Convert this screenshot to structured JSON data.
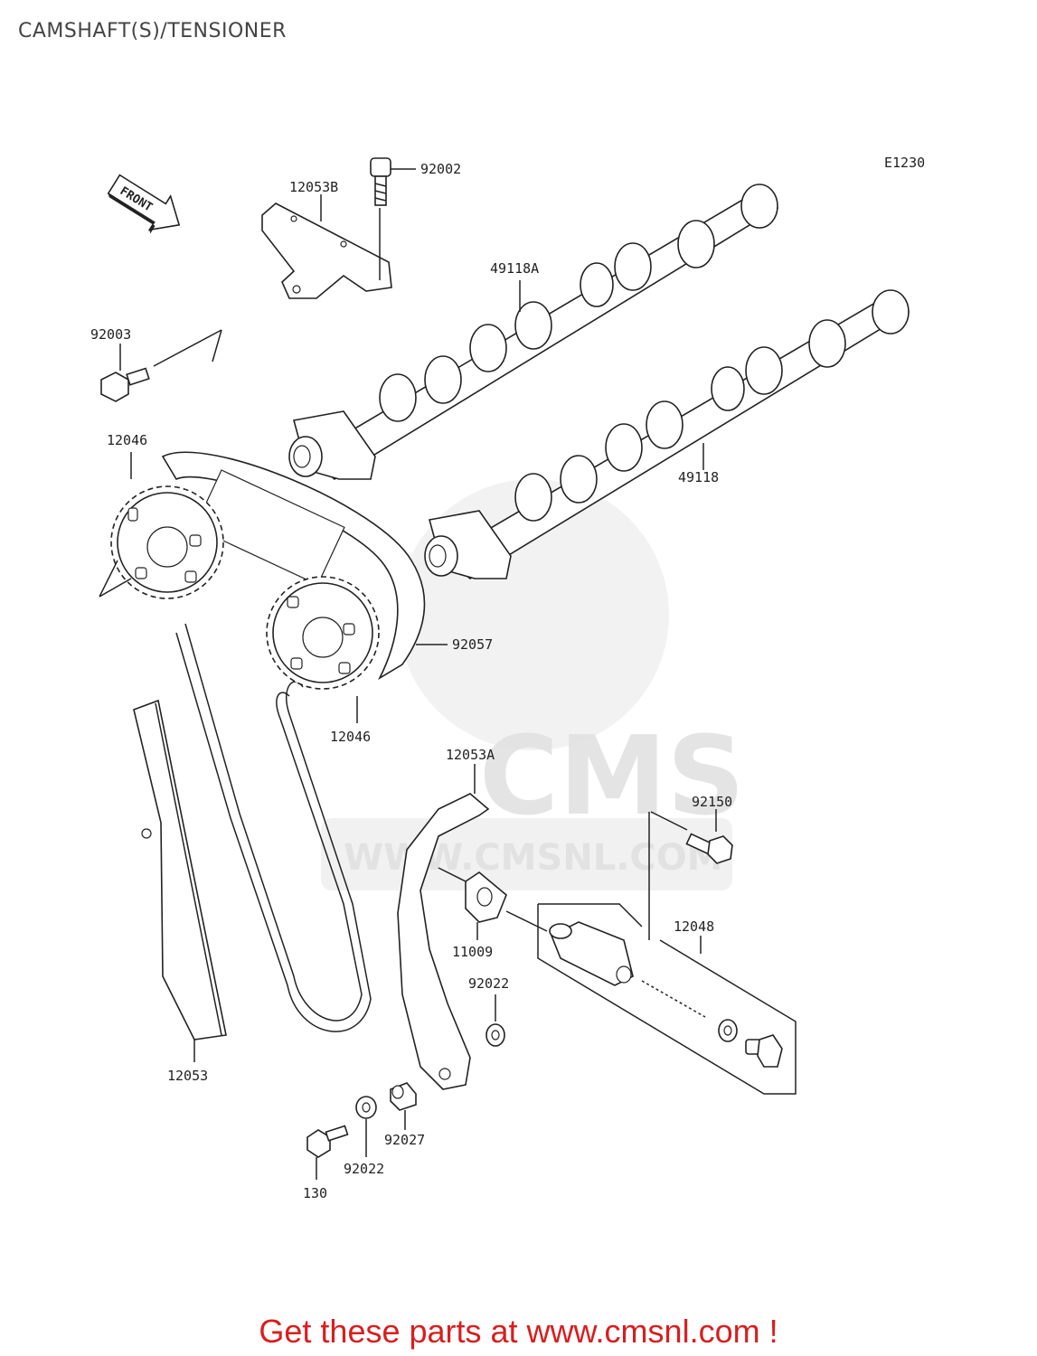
{
  "title": "CAMSHAFT(S)/TENSIONER",
  "diagram_code": "E1230",
  "front_label": "FRONT",
  "watermark": {
    "brand": "CMS",
    "url": "WWW.CMSNL.COM"
  },
  "parts": {
    "p92002": "92002",
    "p12053B": "12053B",
    "p49118A": "49118A",
    "p92003": "92003",
    "p12046_top": "12046",
    "p49118": "49118",
    "p92057": "92057",
    "p12046_bottom": "12046",
    "p12053A": "12053A",
    "p92150": "92150",
    "p12048": "12048",
    "p11009": "11009",
    "p92022_right": "92022",
    "p12053": "12053",
    "p92027": "92027",
    "p92022_left": "92022",
    "p130": "130"
  },
  "footer": "Get these parts at www.cmsnl.com !"
}
